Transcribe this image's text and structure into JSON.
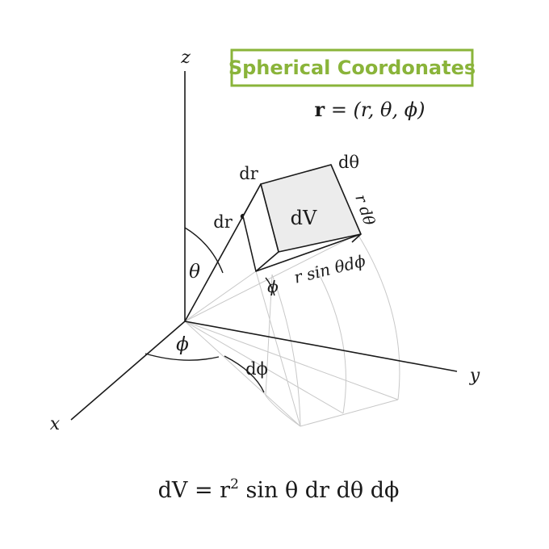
{
  "title": "Spherical Coordonates",
  "position_vector": {
    "bold": "r",
    "rest": " = (r, θ, ϕ)"
  },
  "axes": {
    "x": "x",
    "y": "y",
    "z": "z"
  },
  "labels": {
    "dr_top": "dr",
    "dr_mid": "dr",
    "d_theta_top": "dθ",
    "r_d_theta": "r dθ",
    "dV": "dV",
    "r_sin_theta_d_phi": "r sin θdϕ",
    "theta": "θ",
    "phi_small": "ϕ",
    "phi_base": "ϕ",
    "d_phi": "dϕ"
  },
  "formula": {
    "lhs": "dV = r",
    "exp": "2",
    "rhs": " sin θ dr dθ dϕ"
  },
  "colors": {
    "accent": "#8ab43a",
    "ink": "#1a1a1a",
    "faint": "#c8c8c8",
    "volume_fill": "#ececec"
  }
}
